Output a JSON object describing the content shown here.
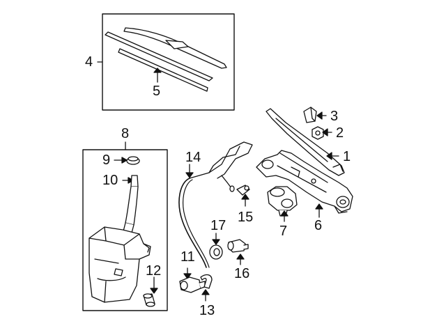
{
  "callouts": [
    {
      "id": "1",
      "text": "1"
    },
    {
      "id": "2",
      "text": "2"
    },
    {
      "id": "3",
      "text": "3"
    },
    {
      "id": "4",
      "text": "4"
    },
    {
      "id": "5",
      "text": "5"
    },
    {
      "id": "6",
      "text": "6"
    },
    {
      "id": "7",
      "text": "7"
    },
    {
      "id": "8",
      "text": "8"
    },
    {
      "id": "9",
      "text": "9"
    },
    {
      "id": "10",
      "text": "10"
    },
    {
      "id": "11",
      "text": "11"
    },
    {
      "id": "12",
      "text": "12"
    },
    {
      "id": "13",
      "text": "13"
    },
    {
      "id": "14",
      "text": "14"
    },
    {
      "id": "15",
      "text": "15"
    },
    {
      "id": "16",
      "text": "16"
    },
    {
      "id": "17",
      "text": "17"
    }
  ],
  "colors": {
    "line": "#111111",
    "background": "#ffffff",
    "part_fill": "#ffffff",
    "shade": "#d9d9d9"
  }
}
